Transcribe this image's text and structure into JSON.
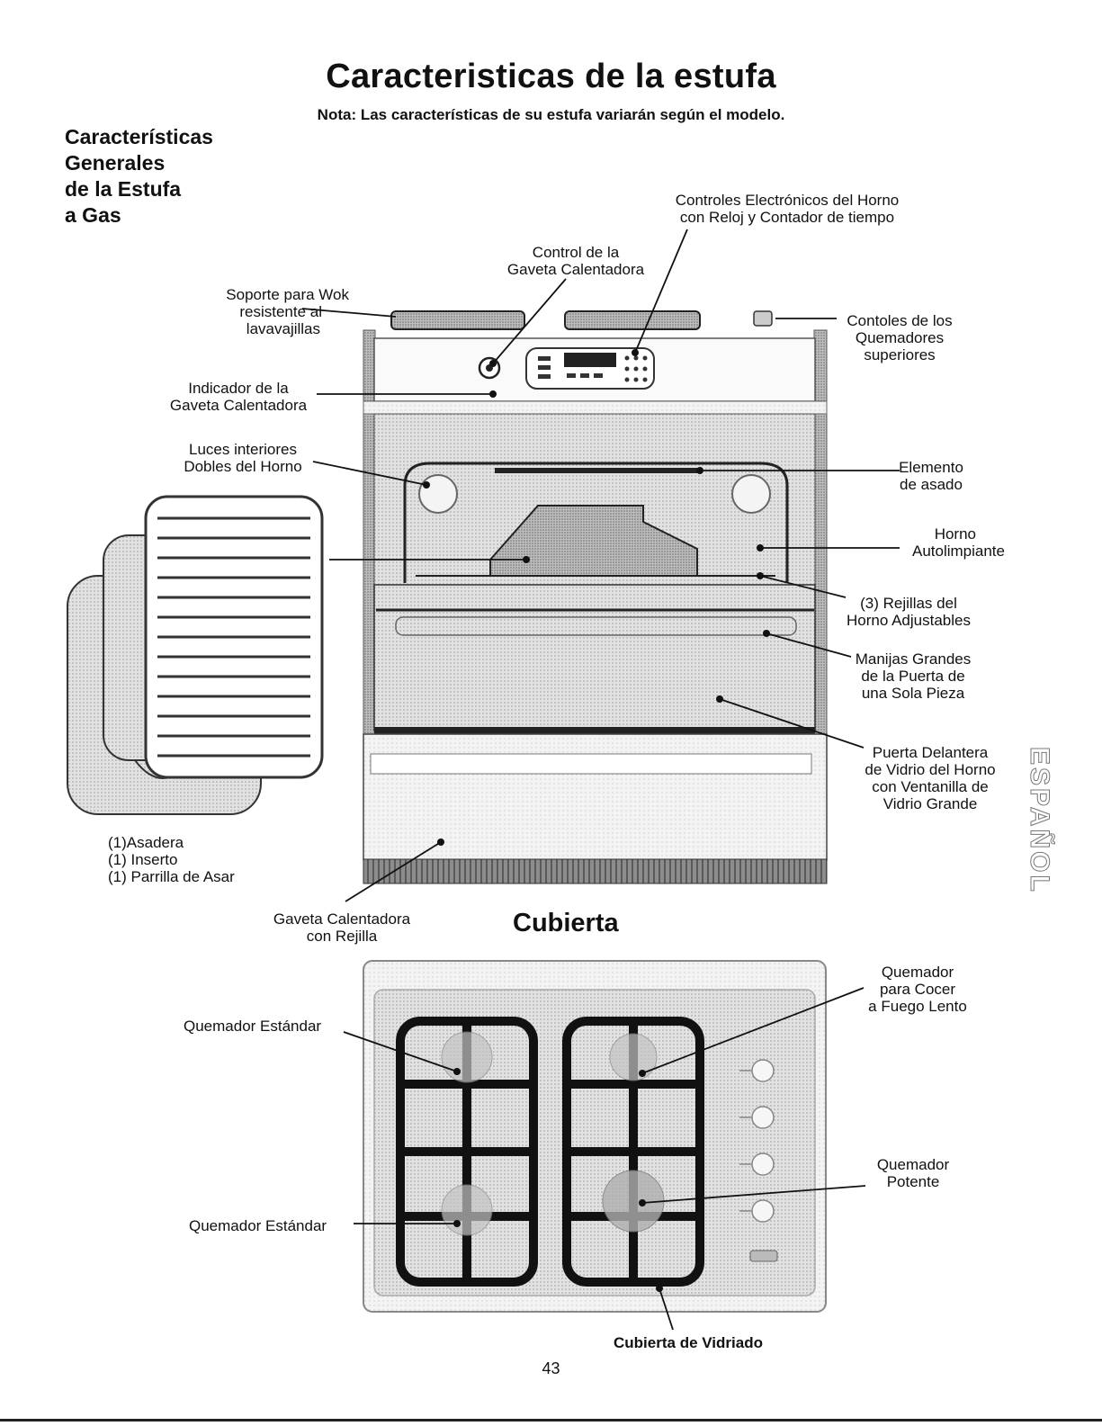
{
  "page": {
    "title": "Caracteristicas de la estufa",
    "note": "Nota: Las características de su estufa variarán según el modelo.",
    "side_heading": [
      "Características",
      "Generales",
      "de la Estufa",
      "a Gas"
    ],
    "cooktop_heading": "Cubierta",
    "page_number": "43",
    "language_tab": "ESPAÑOL"
  },
  "range_labels": {
    "electronic_controls": [
      "Controles Electrónicos del Horno",
      "con Reloj y Contador de tiempo"
    ],
    "warmer_control": [
      "Control de la",
      "Gaveta Calentadora"
    ],
    "wok_support": [
      "Soporte para Wok",
      "resistente al",
      "lavavajillas"
    ],
    "top_burner_controls": [
      "Contoles de los",
      "Quemadores",
      "superiores"
    ],
    "warmer_indicator": [
      "Indicador de la",
      "Gaveta Calentadora"
    ],
    "interior_lights": [
      "Luces interiores",
      "Dobles del Horno"
    ],
    "broil_element": [
      "Elemento",
      "de asado"
    ],
    "self_clean_oven": [
      "Horno",
      "Autolimpiante"
    ],
    "oven_racks": [
      "(3) Rejillas del",
      "Horno Adjustables"
    ],
    "door_handles": [
      "Manijas Grandes",
      "de la Puerta de",
      "una Sola Pieza"
    ],
    "front_door": [
      "Puerta Delantera",
      "de Vidrio del Horno",
      "con Ventanilla de",
      "Vidrio Grande"
    ],
    "broil_pan": [
      "(1)Asadera",
      "(1) Inserto",
      "(1) Parrilla de Asar"
    ],
    "warmer_drawer": [
      "Gaveta Calentadora",
      "con Rejilla"
    ]
  },
  "cooktop_labels": {
    "standard_burner": "Quemador Estándar",
    "simmer_burner": [
      "Quemador",
      "para Cocer",
      "a Fuego Lento"
    ],
    "power_burner": [
      "Quemador",
      "Potente"
    ],
    "glass_top": "Cubierta de Vidriado"
  }
}
